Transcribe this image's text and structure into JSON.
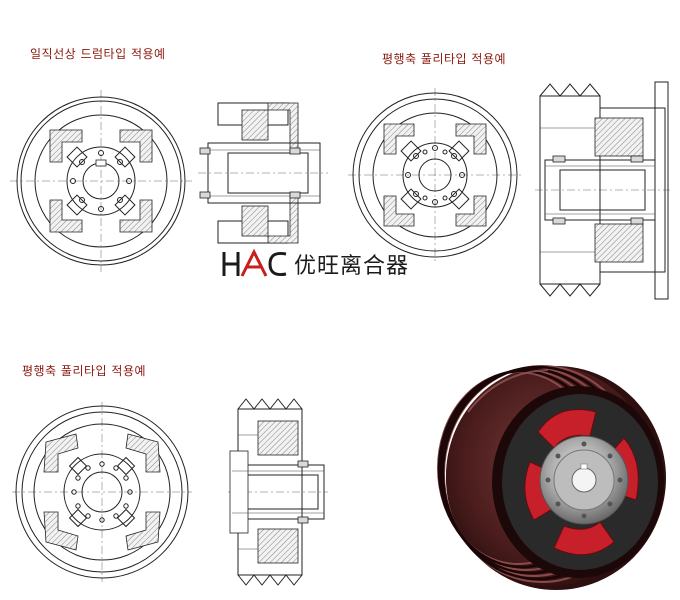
{
  "captions": {
    "top_left": "일직선상 드럼타입 적용예",
    "top_right": "평행축 풀리타입 적용예",
    "bottom_left": "평행축 풀리타입 적용예"
  },
  "logo": {
    "mark": "HAC",
    "text": "优旺离合器",
    "brand_color": "#c81e1e"
  },
  "colors": {
    "line": "#222222",
    "caption": "#8b1a10",
    "pulley_body": "#5a2a2a",
    "red_hub": "#c8202a"
  }
}
